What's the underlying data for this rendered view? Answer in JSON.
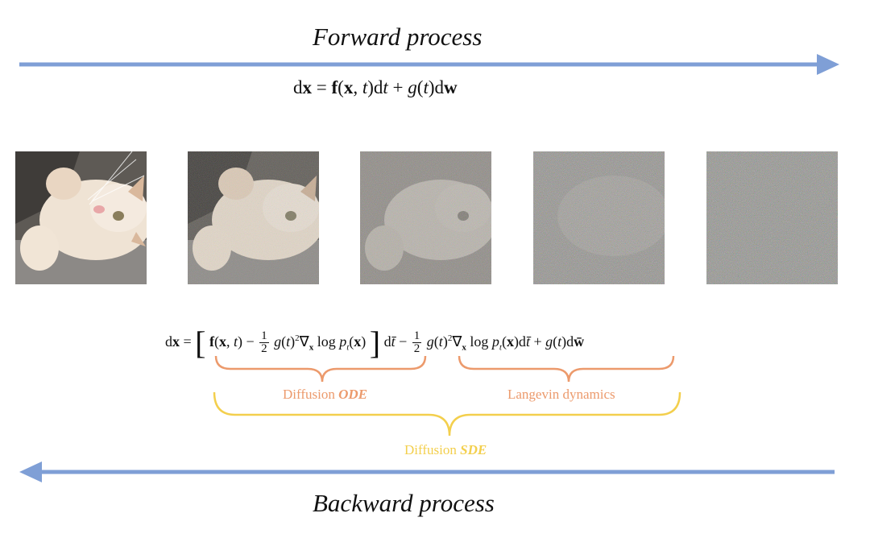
{
  "forward": {
    "title": "Forward process",
    "equation": {
      "lhs": "dx",
      "eq": "=",
      "rhs": "f(x, t)dt + g(t)dw"
    }
  },
  "backward": {
    "title": "Backward process",
    "equation": {
      "lhs": "dx =",
      "bracket_content": "f(x, t) −",
      "half": "1",
      "half_den": "2",
      "middle": "g(t)²∇ₓ log pₜ(x)",
      "after_bracket": "dt̄ −",
      "tail": "g(t)²∇ₓ log pₜ(x)dt̄ + g(t)dw̄"
    }
  },
  "labels": {
    "ode_prefix": "Diffusion ",
    "ode_emph": "ODE",
    "langevin": "Langevin dynamics",
    "sde_prefix": "Diffusion ",
    "sde_emph": "SDE"
  },
  "colors": {
    "arrow": "#7f9fd6",
    "orange": "#ec9a6c",
    "yellow": "#f3cf4d"
  },
  "images": [
    {
      "name": "cat-clean",
      "noise_level": 0.0
    },
    {
      "name": "cat-noisy-1",
      "noise_level": 0.35
    },
    {
      "name": "cat-noisy-2",
      "noise_level": 0.65
    },
    {
      "name": "cat-noisy-3",
      "noise_level": 0.88
    },
    {
      "name": "pure-noise",
      "noise_level": 1.0
    }
  ]
}
